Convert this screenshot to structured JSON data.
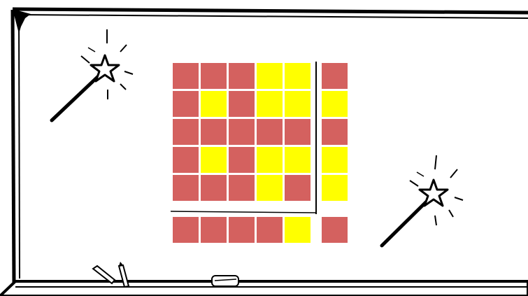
{
  "colors": {
    "red": "#d4615f",
    "yellow": "#ffff00",
    "frame": "#000000",
    "board": "#ffffff"
  },
  "grid": [
    [
      "red",
      "red",
      "red",
      "yellow",
      "yellow"
    ],
    [
      "red",
      "yellow",
      "red",
      "yellow",
      "yellow"
    ],
    [
      "red",
      "red",
      "red",
      "red",
      "red"
    ],
    [
      "red",
      "yellow",
      "red",
      "yellow",
      "yellow"
    ],
    [
      "red",
      "red",
      "red",
      "yellow",
      "red"
    ]
  ],
  "parity_column": [
    "red",
    "yellow",
    "red",
    "yellow",
    "yellow"
  ],
  "parity_row": [
    "red",
    "red",
    "red",
    "red",
    "yellow"
  ],
  "corner_cell": "red",
  "decorations": [
    "magic-wand-icon",
    "magic-wand-icon",
    "chalk-icon",
    "eraser-icon"
  ]
}
